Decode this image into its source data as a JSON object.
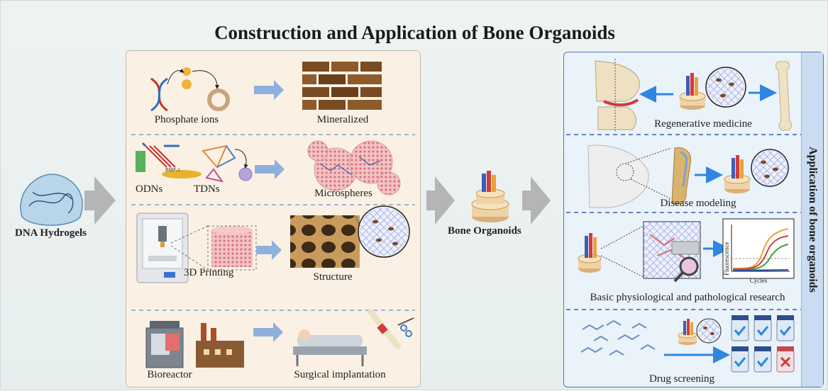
{
  "title": "Construction and Application of Bone Organoids",
  "left": {
    "dna_hydrogels": "DNA  Hydrogels"
  },
  "construction": {
    "phosphate_ions": "Phosphate ions",
    "mineralized": "Mineralized",
    "bmp_label": "BMP-2",
    "odns": "ODNs",
    "tdns": "TDNs",
    "microspheres": "Microspheres",
    "printing": "3D Printing",
    "structure": "Structure",
    "bioreactor": "Bioreactor",
    "surgical": "Surgical implantation"
  },
  "center": {
    "bone_organoids": "Bone Organoids"
  },
  "application": {
    "side_title": "Application of bone organoids",
    "regenerative": "Regenerative medicine",
    "disease": "Disease modeling",
    "basic": "Basic physiological and pathological research",
    "drug": "Drug screening",
    "fluorescence": "Fluorescence",
    "cycles": "Cycles"
  },
  "colors": {
    "arrow_gray": "#b5b5b5",
    "arrow_blue": "#8fb0dc",
    "arrow_bright_blue": "#2f86e0",
    "divider": "#7f9fd0",
    "panel_border": "#4a78b8"
  }
}
